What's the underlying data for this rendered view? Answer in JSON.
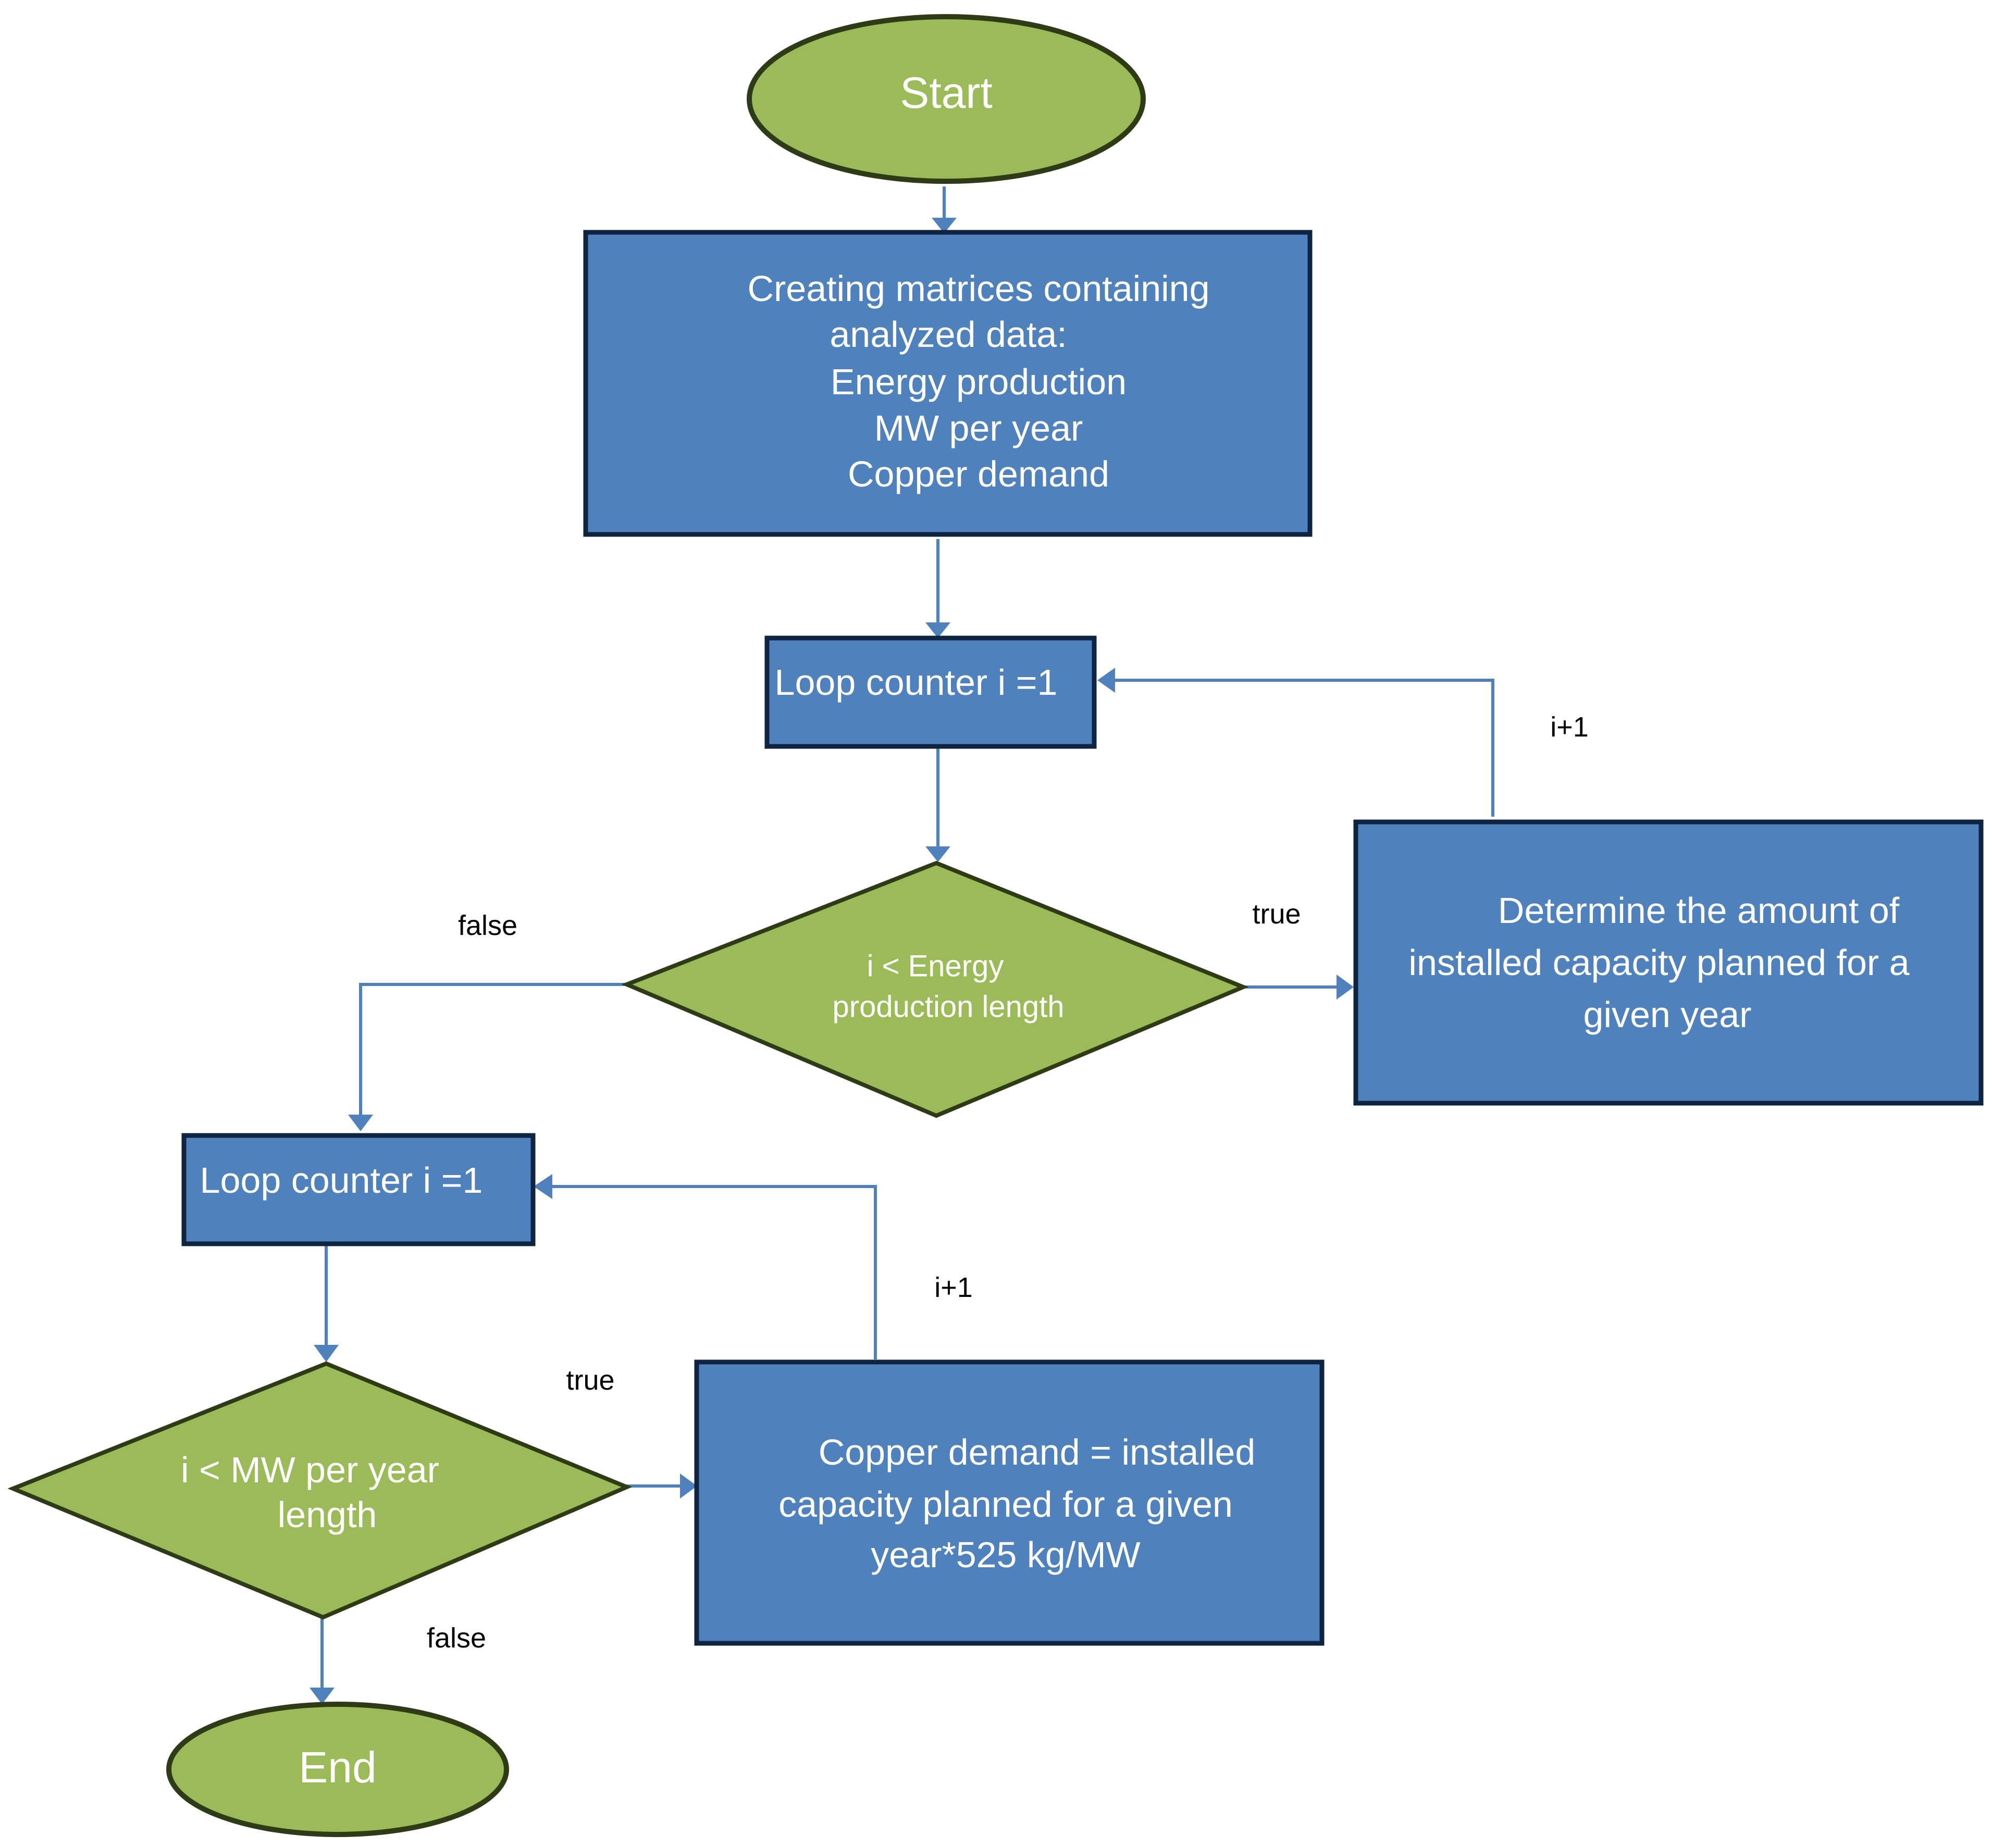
{
  "nodes": {
    "start": {
      "text": "Start"
    },
    "create_matrices": {
      "lines": [
        "Creating matrices containing",
        "analyzed data:",
        "Energy production",
        "MW per year",
        "Copper demand"
      ]
    },
    "loop_counter_1": {
      "text": "Loop counter i =1"
    },
    "decision_energy": {
      "lines": [
        "i < Energy",
        "production length"
      ]
    },
    "determine_capacity": {
      "lines": [
        "Determine the amount of",
        "installed capacity planned for a",
        "given year"
      ]
    },
    "loop_counter_2": {
      "text": "Loop counter i =1"
    },
    "decision_mw": {
      "lines": [
        "i < MW per year",
        "length"
      ]
    },
    "copper_demand": {
      "lines": [
        "Copper demand = installed",
        "capacity planned for a given",
        "year*525 kg/MW"
      ]
    },
    "end": {
      "text": "End"
    }
  },
  "edges": {
    "energy_false": "false",
    "energy_true": "true",
    "energy_increment": "i+1",
    "mw_true": "true",
    "mw_false": "false",
    "mw_increment": "i+1"
  },
  "colors": {
    "terminal_fill": "#9bbb59",
    "process_fill": "#4f81bd",
    "connector": "#4f81bd"
  }
}
